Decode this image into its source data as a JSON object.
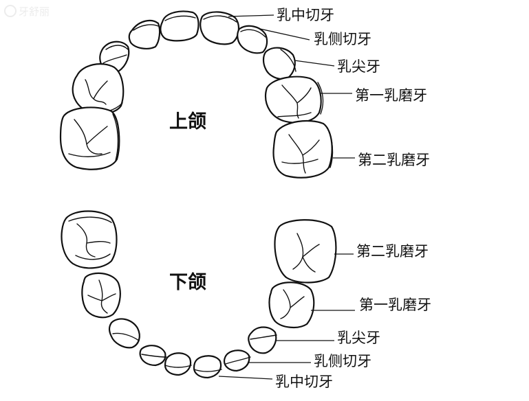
{
  "watermark": "牙舒丽",
  "upper_jaw": {
    "title": "上颌",
    "labels": [
      "乳中切牙",
      "乳侧切牙",
      "乳尖牙",
      "第一乳磨牙",
      "第二乳磨牙"
    ]
  },
  "lower_jaw": {
    "title": "下颌",
    "labels": [
      "第二乳磨牙",
      "第一乳磨牙",
      "乳尖牙",
      "乳侧切牙",
      "乳中切牙"
    ]
  },
  "colors": {
    "line": "#111111",
    "background": "#ffffff",
    "watermark": "#ececec"
  }
}
